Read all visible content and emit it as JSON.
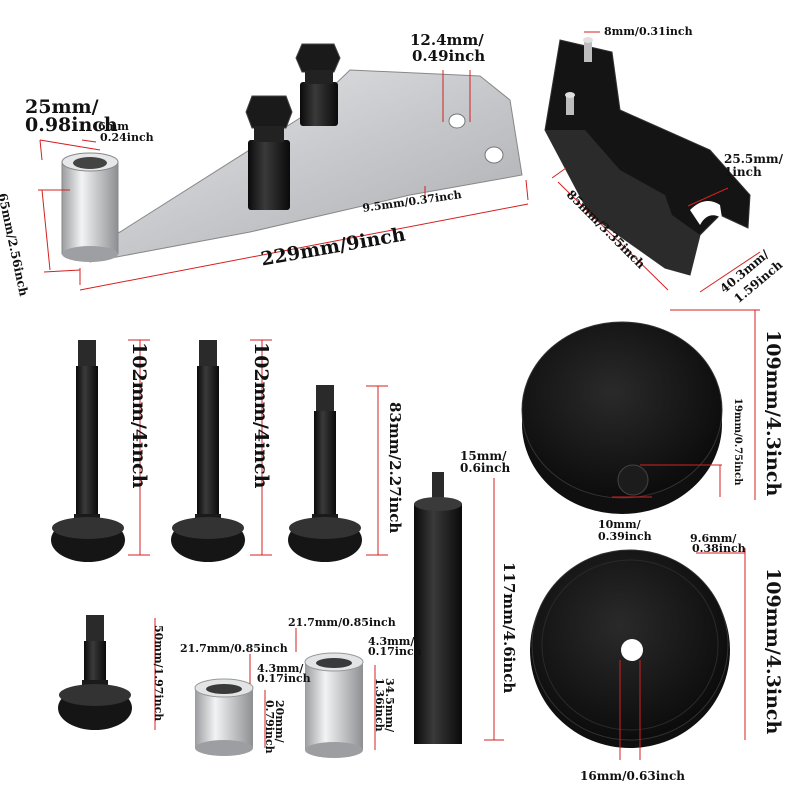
{
  "colors": {
    "dimension_line": "#d42020",
    "tool_black": "#141414",
    "plate_silver": "#cfd1d4"
  },
  "plate": {
    "width": "229mm/9inch",
    "height": "65mm/2.56inch",
    "sleeve_od": "25mm/",
    "sleeve_od_in": "0.98inch",
    "sleeve_wall_mm": "6mm",
    "sleeve_wall_in": "0.24inch",
    "hole_large": "12.4mm/",
    "hole_large_in": "0.49inch",
    "hole_small": "9.5mm/0.37inch"
  },
  "bracket": {
    "pin": "8mm/0.31inch",
    "slot": "25.5mm/",
    "slot_in": "1inch",
    "length": "85mm/3.35inch",
    "width": "40.3mm/",
    "width_in": "1.59inch"
  },
  "bolts": [
    {
      "length": "102mm/4inch"
    },
    {
      "length": "102mm/4inch"
    },
    {
      "length": "83mm/2.27inch"
    },
    {
      "length": "50mm/1.97inch"
    }
  ],
  "spacers": [
    {
      "od": "21.7mm/0.85inch",
      "wall": "4.3mm/",
      "wall_in": "0.17inch",
      "height": "20mm/",
      "height_in": "0.79inch"
    },
    {
      "od": "21.7mm/0.85inch",
      "wall": "4.3mm/",
      "wall_in": "0.17inch",
      "height": "34.5mm/",
      "height_in": "1.36inch"
    }
  ],
  "hex_post": {
    "thread": "15mm/",
    "thread_in": "0.6inch",
    "length": "117mm/4.6inch"
  },
  "disc_top": {
    "diameter": "109mm/4.3inch",
    "boss_height": "19mm/0.75inch",
    "boss_dia": "10mm/",
    "boss_dia_in": "0.39inch"
  },
  "disc_bottom": {
    "diameter": "109mm/4.3inch",
    "thickness": "9.6mm/",
    "thickness_in": "0.38inch",
    "hole": "16mm/0.63inch"
  }
}
